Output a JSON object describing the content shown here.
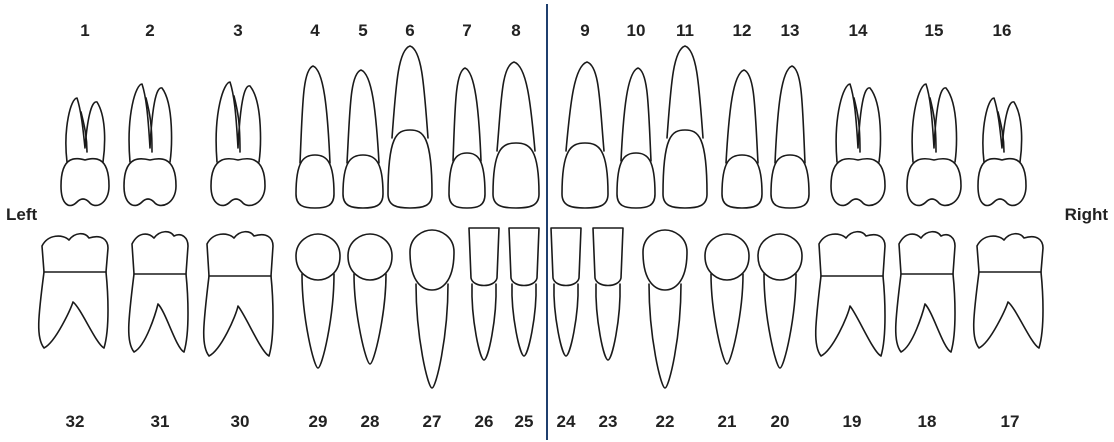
{
  "labels": {
    "left": "Left",
    "right": "Right"
  },
  "colors": {
    "divider": "#1f3f6e",
    "outline": "#1a1a1a",
    "text": "#222222"
  },
  "upper": [
    {
      "n": "1",
      "type": "molar"
    },
    {
      "n": "2",
      "type": "molar"
    },
    {
      "n": "3",
      "type": "molar"
    },
    {
      "n": "4",
      "type": "premolar"
    },
    {
      "n": "5",
      "type": "premolar"
    },
    {
      "n": "6",
      "type": "canine"
    },
    {
      "n": "7",
      "type": "incisor"
    },
    {
      "n": "8",
      "type": "incisor"
    },
    {
      "n": "9",
      "type": "incisor"
    },
    {
      "n": "10",
      "type": "incisor"
    },
    {
      "n": "11",
      "type": "canine"
    },
    {
      "n": "12",
      "type": "premolar"
    },
    {
      "n": "13",
      "type": "premolar"
    },
    {
      "n": "14",
      "type": "molar"
    },
    {
      "n": "15",
      "type": "molar"
    },
    {
      "n": "16",
      "type": "molar"
    }
  ],
  "lower": [
    {
      "n": "32",
      "type": "molar"
    },
    {
      "n": "31",
      "type": "molar"
    },
    {
      "n": "30",
      "type": "molar"
    },
    {
      "n": "29",
      "type": "premolar"
    },
    {
      "n": "28",
      "type": "premolar"
    },
    {
      "n": "27",
      "type": "canine"
    },
    {
      "n": "26",
      "type": "incisor"
    },
    {
      "n": "25",
      "type": "incisor"
    },
    {
      "n": "24",
      "type": "incisor"
    },
    {
      "n": "23",
      "type": "incisor"
    },
    {
      "n": "22",
      "type": "canine"
    },
    {
      "n": "21",
      "type": "premolar"
    },
    {
      "n": "20",
      "type": "premolar"
    },
    {
      "n": "19",
      "type": "molar"
    },
    {
      "n": "18",
      "type": "molar"
    },
    {
      "n": "17",
      "type": "molar"
    }
  ]
}
